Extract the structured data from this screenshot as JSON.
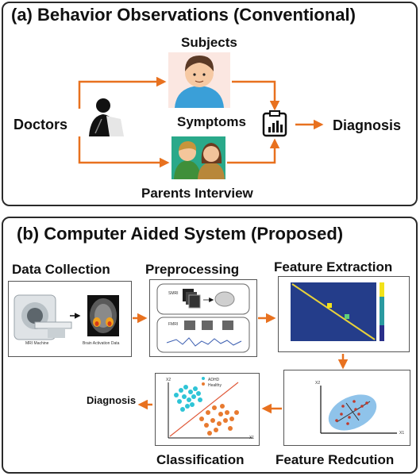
{
  "panel_a": {
    "title": "(a) Behavior Observations (Conventional)",
    "doctors": "Doctors",
    "subjects": "Subjects",
    "symptoms": "Symptoms",
    "diagnosis": "Diagnosis",
    "parents": "Parents Interview"
  },
  "panel_b": {
    "title": "(b) Computer Aided System (Proposed)",
    "data_collection": "Data Collection",
    "preprocessing": "Preprocessing",
    "feature_extraction": "Feature Extraction",
    "feature_reduction": "Feature Redcution",
    "classification": "Classification",
    "diagnosis": "Diagnosis",
    "mri_machine": "MRI Machine",
    "brain_data": "Brain Activation Data",
    "smri": "SMRI",
    "fmri": "FMRI",
    "legend_adhd": "ADHD",
    "legend_healthy": "Healthy",
    "axis_x2": "X2",
    "axis_x1": "X1",
    "axis_fx2": "X2",
    "axis_fx1": "X1"
  },
  "colors": {
    "arrow": "#e8711f",
    "cyan": "#2ec4d6",
    "orange": "#e87a2f",
    "ellipse": "#8fc3ea"
  }
}
